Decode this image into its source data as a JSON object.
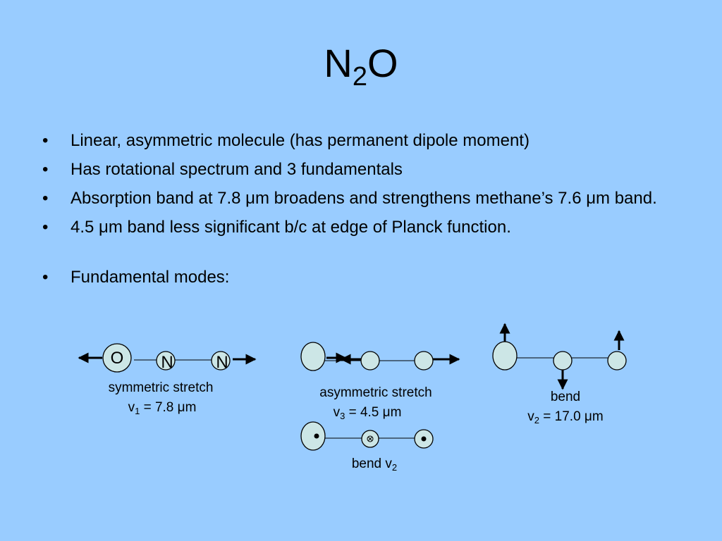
{
  "slide": {
    "title_main": "N",
    "title_sub": "2",
    "title_end": "O",
    "bullet_char": "•",
    "bullets": [
      "Linear, asymmetric molecule (has permanent dipole moment)",
      "Has rotational spectrum and 3 fundamentals",
      "Absorption band at 7.8 μm broadens and strengthens methane’s 7.6 μm band.",
      "4.5 μm band less significant b/c at edge of Planck function.",
      "Fundamental modes:"
    ]
  },
  "diagrams": {
    "symmetric": {
      "atom_labels": [
        "O",
        "N",
        "N"
      ],
      "caption_line1": "symmetric stretch",
      "caption_v": "v",
      "caption_sub": "1",
      "caption_rest": " = 7.8 μm"
    },
    "asymmetric": {
      "caption_line1": "asymmetric stretch",
      "caption_v": "v",
      "caption_sub": "3",
      "caption_rest": " = 4.5 μm"
    },
    "bend": {
      "caption_line1": "bend",
      "caption_v": "v",
      "caption_sub": "2",
      "caption_rest": " = 17.0 μm"
    },
    "bend_out_of_plane": {
      "caption_main": "bend v",
      "caption_sub": "2"
    }
  },
  "colors": {
    "background": "#99ccff",
    "atom_fill": "#cce6e6"
  }
}
